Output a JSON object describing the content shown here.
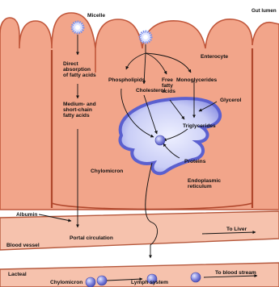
{
  "labels": {
    "micelle": "Micelle",
    "gut_lumen": "Gut lumen",
    "enterocyte": "Enterocyte",
    "direct_absorption": [
      "Direct",
      "absorption",
      "of fatty acids"
    ],
    "phospholipids": "Phospholipids",
    "cholesterol": "Cholesterol",
    "free_fatty_acids": [
      "Free",
      "fatty",
      "acids"
    ],
    "monoglycerides": "Monoglycerides",
    "glycerol": "Glycerol",
    "triglycerides": "Triglycerides",
    "medium_short_chain": [
      "Medium- and",
      "short-chain",
      "fatty acids"
    ],
    "chylomicron_cell": "Chylomicron",
    "proteins": "Proteins",
    "endoplasmic_reticulum": [
      "Endoplasmic",
      "reticulum"
    ],
    "albumin": "Albumin",
    "portal_circulation": "Portal circulation",
    "to_liver": "To Liver",
    "blood_vessel": "Blood vessel",
    "lacteal": "Lacteal",
    "chylomicron_lacteal": "Chylomicron",
    "lymph_system": "Lymph system",
    "to_blood_stream": "To blood stream"
  },
  "colors": {
    "cell": "#f2a58a",
    "cell_edge": "#c0563a",
    "vessel": "#f6c2ad",
    "vessel_edge": "#b5583c",
    "er": "#6b6fd6",
    "er_light": "#c9cdf6",
    "micelle": "#7c8fe6"
  }
}
